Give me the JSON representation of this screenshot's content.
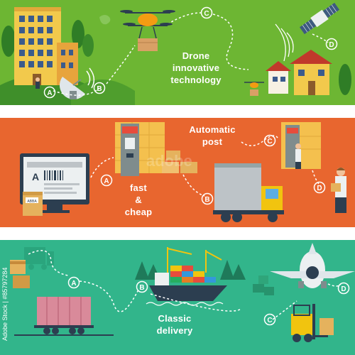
{
  "colors": {
    "banner_top": "#6db633",
    "banner_middle": "#e8662f",
    "banner_bottom": "#32b58b",
    "badge": "#ffffff"
  },
  "banners": [
    {
      "id": "drone",
      "headline": [
        "Drone",
        "innovative",
        "technology"
      ],
      "badges": [
        "A",
        "B",
        "C",
        "D"
      ]
    },
    {
      "id": "post",
      "headline": [
        "Automatic",
        "post"
      ],
      "subline": [
        "fast",
        "&",
        "cheap"
      ],
      "badges": [
        "A",
        "B",
        "C",
        "D"
      ],
      "screen_letter": "A",
      "parcel_label": "ABBA"
    },
    {
      "id": "classic",
      "headline": [
        "Classic",
        "delivery"
      ],
      "badges": [
        "A",
        "B",
        "C",
        "D"
      ]
    }
  ],
  "watermark": "adobe",
  "stock_id": "Adobe Stock | #85797284"
}
